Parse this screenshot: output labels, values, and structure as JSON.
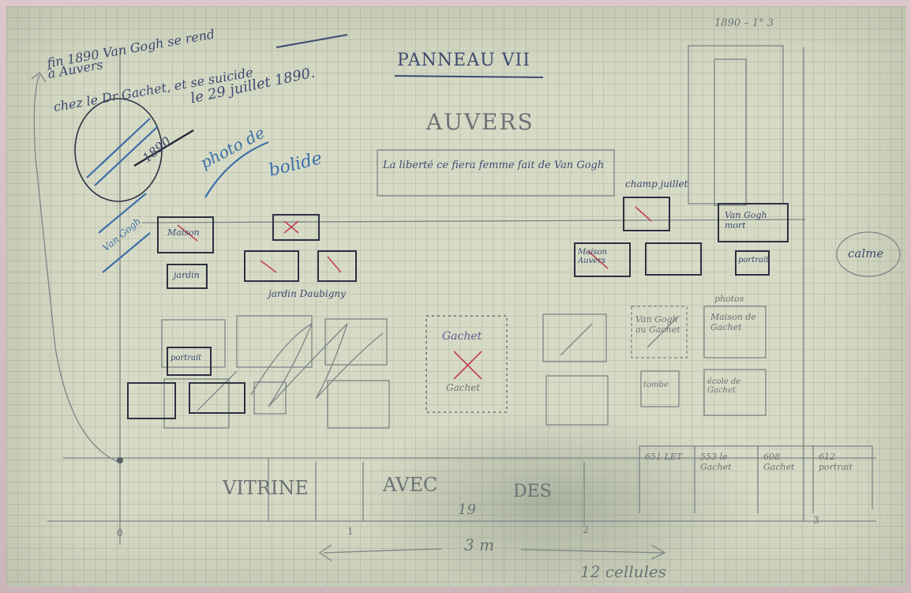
{
  "sheet": {
    "notes": {
      "top_left_line1": "fin 1890 Van Gogh se rend",
      "top_left_line2": "à Auvers",
      "top_left_line3": "chez le Dr Gachet, et se suicide",
      "top_left_line4": "le 29 juillet 1890.",
      "top_right": "1890 – 1° 3"
    },
    "panel_title": "PANNEAU VII",
    "section_title": "AUVERS",
    "caption_box": "La liberté ce fiera femme fait de Van Gogh",
    "blue_notes": {
      "photo": "photo de",
      "bolide": "bolide",
      "year": "1890",
      "van_gogh": "Van Gogh"
    },
    "labels": {
      "maison": "Maison",
      "jardin": "jardin",
      "jardin_daubigny": "jardin Daubigny",
      "champ_juillet": "champ juillet",
      "van_gogh_mort": "Van Gogh mort",
      "maison_auvers": "Maison Auvers",
      "portrait": "portrait",
      "calme": "calme",
      "photos": "photos",
      "maison_gachet": "Maison de Gachet",
      "van_gogh_gachet": "Van Gogh au Gachet",
      "tombe": "tombe",
      "gachet_paint": "Gachet",
      "gachet_right": "Gachet",
      "ecole": "école de Gachet",
      "portrait_left": "portrait"
    },
    "vitrine": {
      "text_vitrine": "VITRINE",
      "text_avec": "AVEC",
      "text_des": "DES",
      "text_19": "19",
      "cells": [
        "651 LET",
        "553 le Gachet",
        "608 Gachet",
        "612 portrait"
      ]
    },
    "axis": {
      "origin": "0",
      "tick_1": "1",
      "tick_2": "2",
      "tick_3": "3",
      "dimension": "3 m",
      "count": "12 cellules"
    }
  }
}
